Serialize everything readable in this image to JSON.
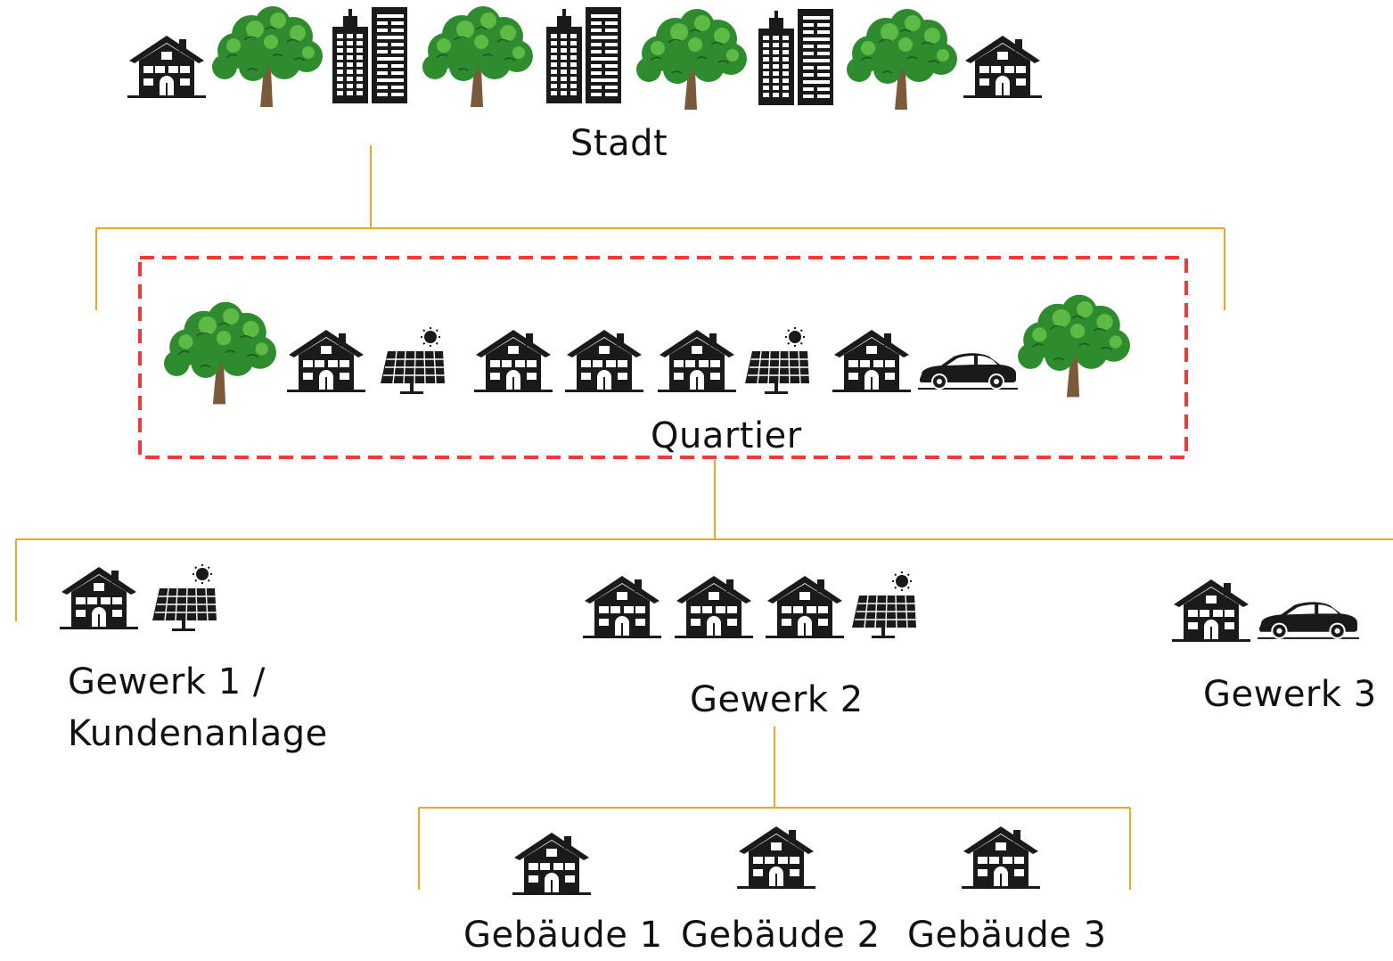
{
  "colors": {
    "connector": "#E8A825",
    "focus_border": "#F03A3A",
    "icon": "#1A1A1A",
    "tree_foliage": "#2E8B2E",
    "tree_foliage_light": "#5DBB45",
    "tree_trunk": "#7A5A3A"
  },
  "levels": {
    "city": {
      "label": "Stadt",
      "icons": [
        "house-icon",
        "tree-icon",
        "office-buildings-icon",
        "tree-icon",
        "office-buildings-icon",
        "tree-icon",
        "office-buildings-icon",
        "tree-icon",
        "house-icon"
      ]
    },
    "district": {
      "label": "Quartier",
      "highlighted": true,
      "icons": [
        "tree-icon",
        "house-icon",
        "solar-panel-icon",
        "house-icon",
        "house-icon",
        "house-icon",
        "solar-panel-icon",
        "house-icon",
        "car-icon",
        "tree-icon"
      ]
    },
    "trades": [
      {
        "label_line1": "Gewerk 1 /",
        "label_line2": "Kundenanlage",
        "icons": [
          "house-icon",
          "solar-panel-icon"
        ]
      },
      {
        "label": "Gewerk 2",
        "icons": [
          "house-icon",
          "house-icon",
          "house-icon",
          "solar-panel-icon"
        ]
      },
      {
        "label": "Gewerk 3",
        "icons": [
          "house-icon",
          "car-icon"
        ]
      }
    ],
    "buildings": [
      {
        "label": "Gebäude 1",
        "icons": [
          "house-icon"
        ]
      },
      {
        "label": "Gebäude 2",
        "icons": [
          "house-icon"
        ]
      },
      {
        "label": "Gebäude 3",
        "icons": [
          "house-icon"
        ]
      }
    ]
  }
}
